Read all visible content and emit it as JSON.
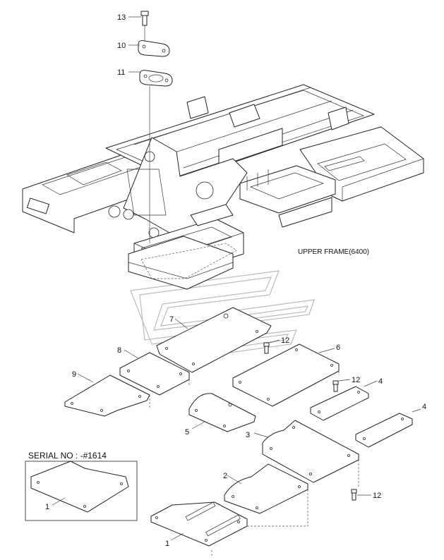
{
  "labels": {
    "upper_frame": "UPPER FRAME(6400)",
    "serial_no": "SERIAL NO : -#1614"
  },
  "callouts": {
    "p13": "13",
    "p10": "10",
    "p11": "11",
    "p7": "7",
    "p12a": "12",
    "p6": "6",
    "p8": "8",
    "p9": "9",
    "p12b": "12",
    "p4a": "4",
    "p5": "5",
    "p3": "3",
    "p4b": "4",
    "p2": "2",
    "p12c": "12",
    "p1": "1",
    "p1_serial": "1"
  }
}
